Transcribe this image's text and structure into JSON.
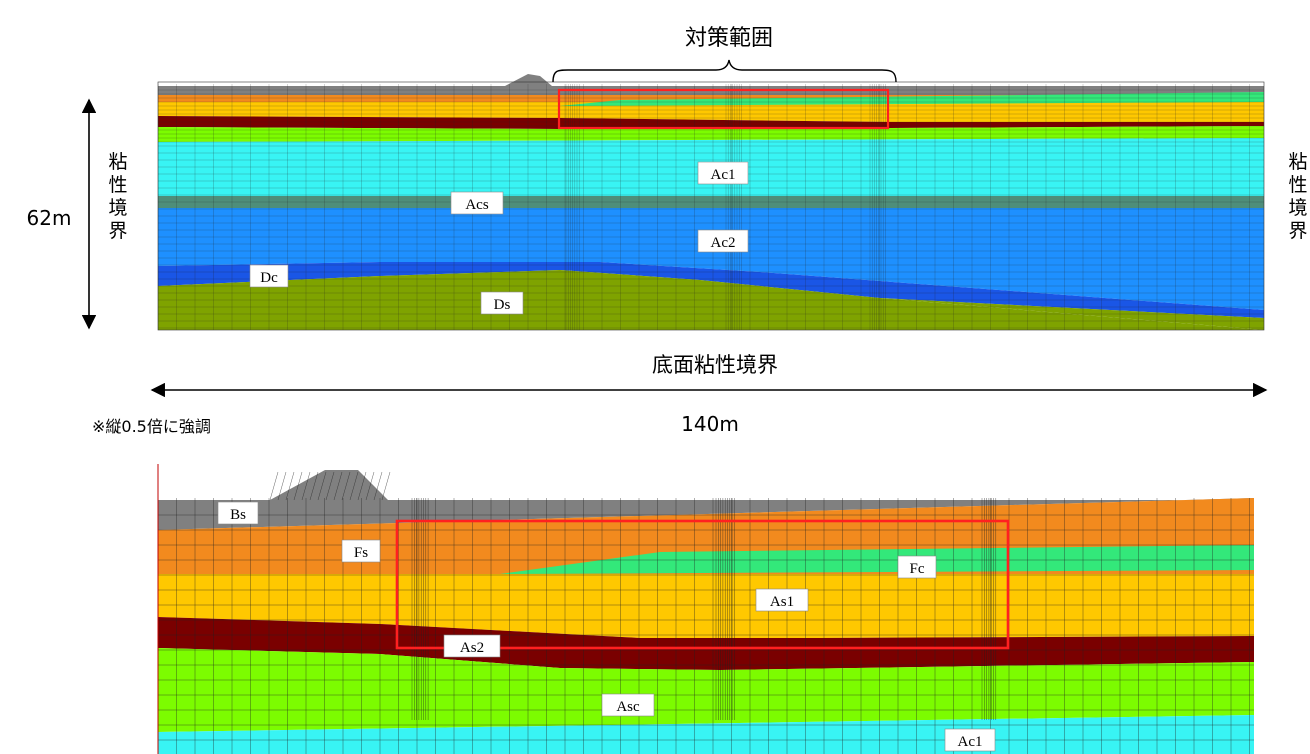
{
  "top_title": "対策範囲",
  "left_boundary_chars": [
    "粘",
    "性",
    "境",
    "界"
  ],
  "right_boundary_chars": [
    "粘",
    "性",
    "境",
    "界"
  ],
  "depth_label": "62m",
  "bottom_boundary": "底面粘性境界",
  "width_label": "140m",
  "note": "※縦0.5倍に強調",
  "colors": {
    "grey": "#808080",
    "orange": "#F28A1E",
    "amber": "#FFB300",
    "yellow": "#FFC800",
    "maroon": "#7A0000",
    "lime": "#7CFC00",
    "green": "#33E87A",
    "cyan": "#38F4F4",
    "teal": "#4E8E7A",
    "blue": "#1E90FF",
    "deepblue": "#1A56E6",
    "olive": "#7FA300",
    "frame": "#FF2020",
    "grid": "#202020"
  },
  "top_labels": {
    "ac1": "Ac1",
    "acs": "Acs",
    "ac2": "Ac2",
    "dc": "Dc",
    "ds": "Ds"
  },
  "bottom_labels": {
    "bs": "Bs",
    "fs": "Fs",
    "fc": "Fc",
    "as1": "As1",
    "as2": "As2",
    "asc": "Asc",
    "ac1": "Ac1"
  }
}
